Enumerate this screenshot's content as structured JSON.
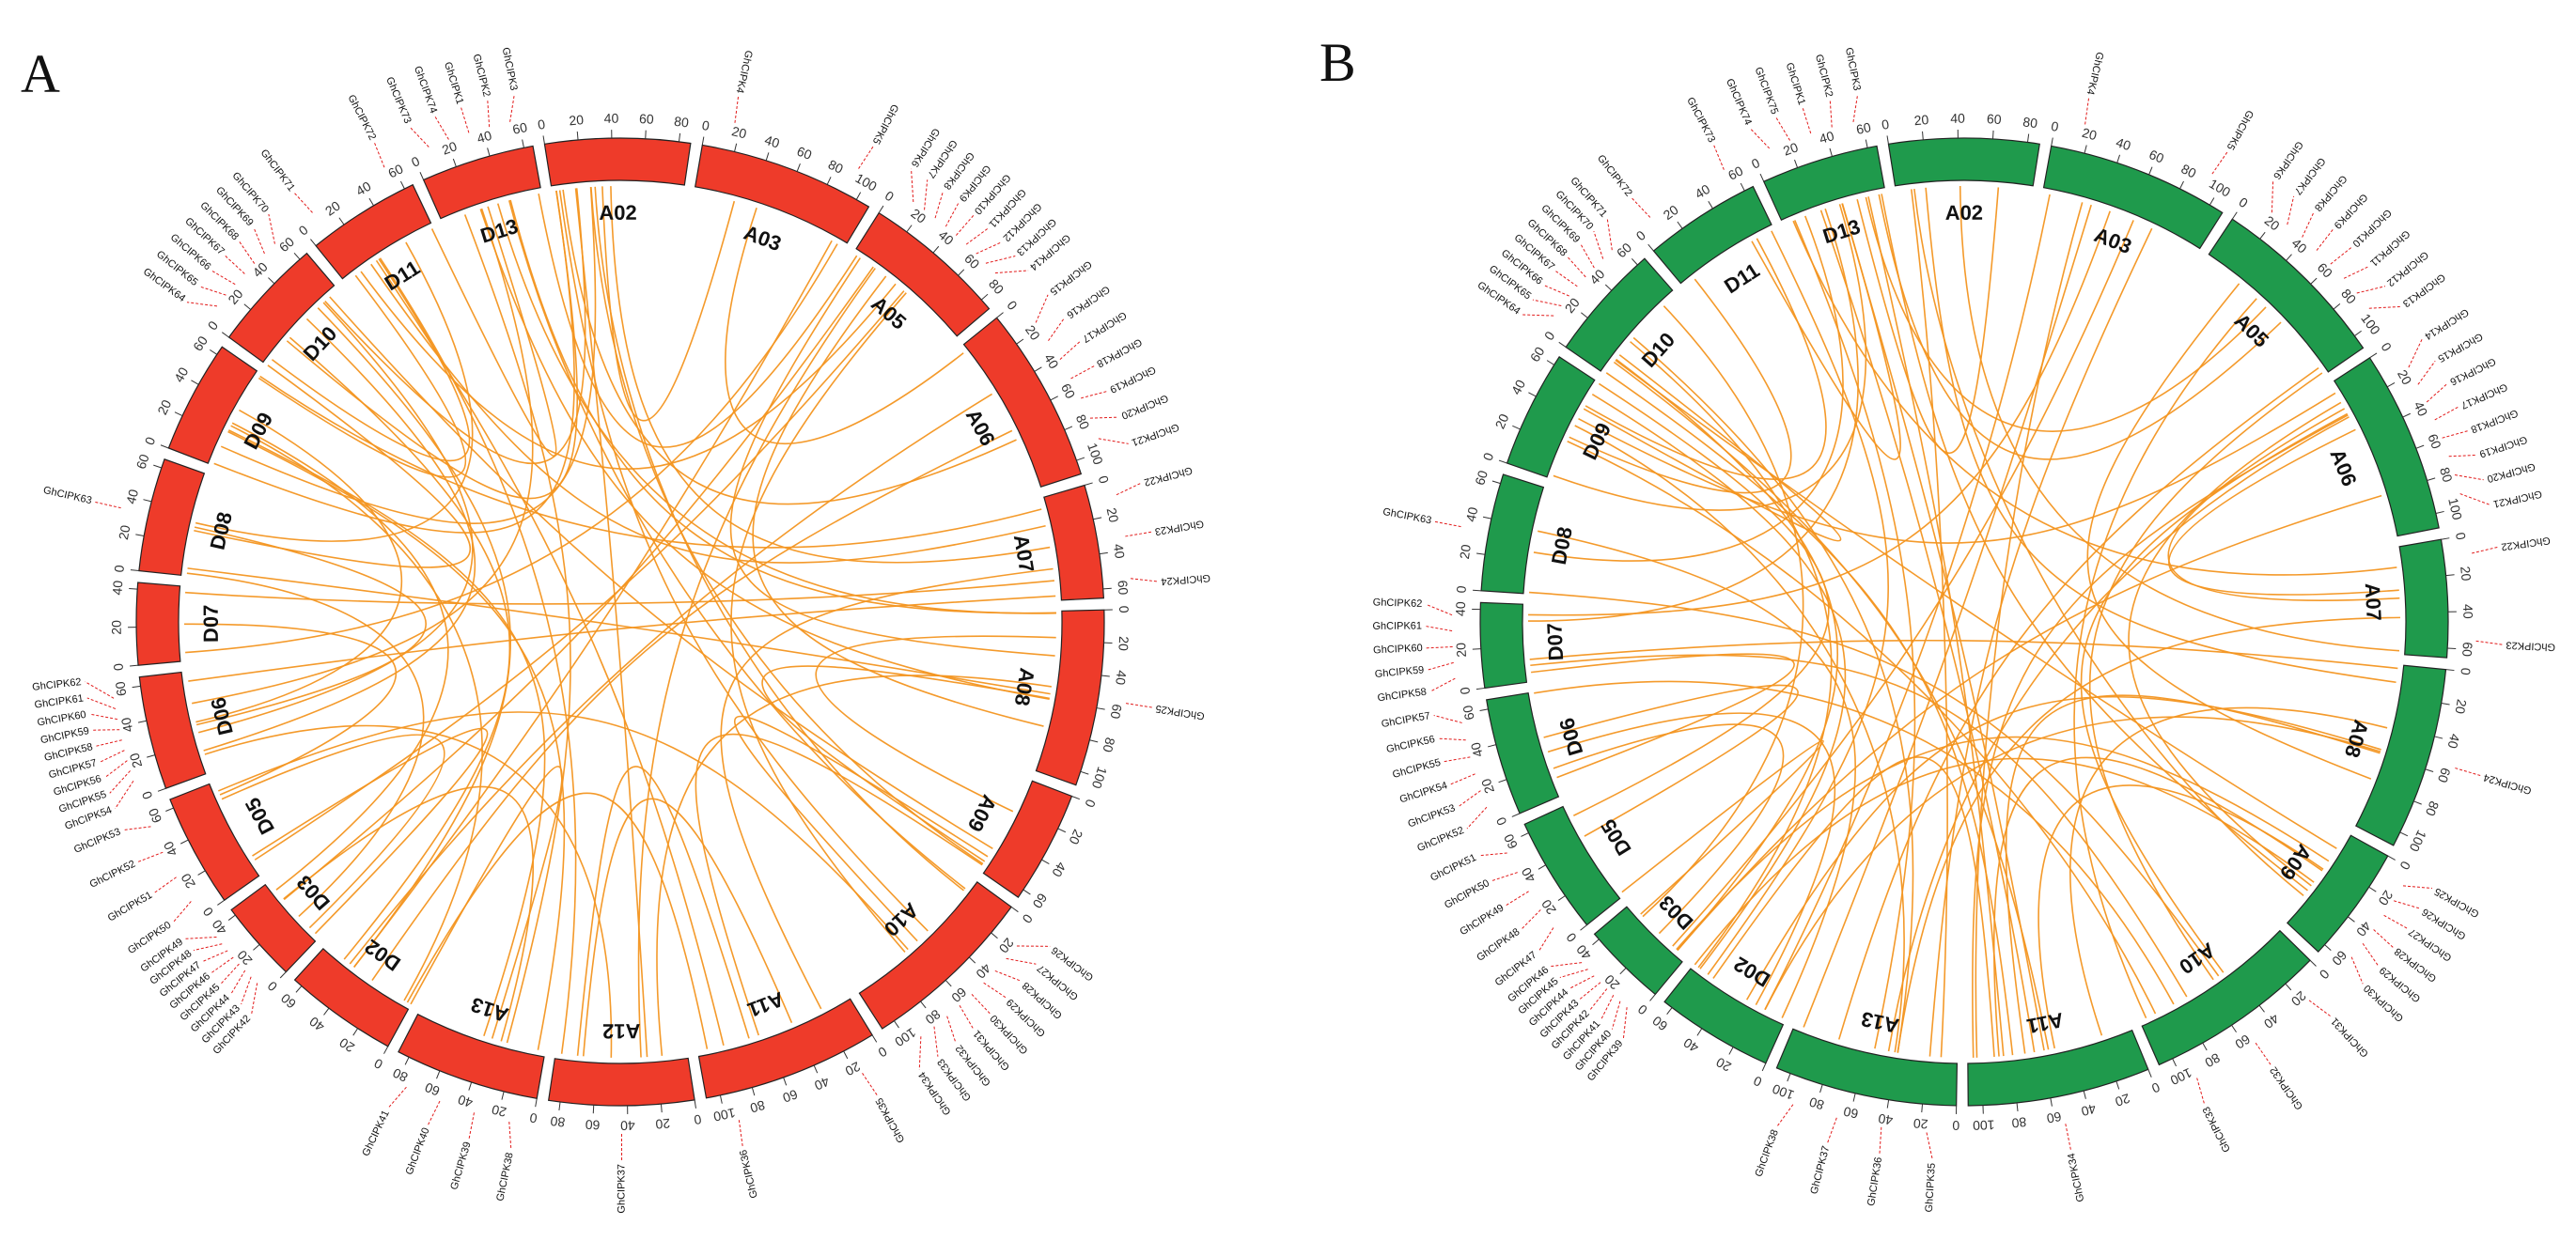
{
  "panel_a": {
    "letter": "A",
    "block_color": "#ee3b2a",
    "link_color": "#f39520",
    "chromosomes": [
      {
        "name": "A02",
        "labels": [
          "0",
          "20",
          "40",
          "60",
          "80"
        ],
        "genes": []
      },
      {
        "name": "A03",
        "labels": [
          "0",
          "20",
          "40",
          "60",
          "80",
          "100"
        ],
        "genes": [
          "GhCIPK4",
          "GhCIPK5"
        ]
      },
      {
        "name": "A05",
        "labels": [
          "0",
          "20",
          "40",
          "60",
          "80"
        ],
        "genes": [
          "GhCIPK6",
          "GhCIPK7",
          "GhCIPK8",
          "GhCIPK9",
          "GhCIPK10",
          "GhCIPK11",
          "GhCIPK12",
          "GhCIPK13",
          "GhCIPK14"
        ]
      },
      {
        "name": "A06",
        "labels": [
          "0",
          "20",
          "40",
          "60",
          "80",
          "100"
        ],
        "genes": [
          "GhCIPK15",
          "GhCIPK16",
          "GhCIPK17",
          "GhCIPK18",
          "GhCIPK19",
          "GhCIPK20",
          "GhCIPK21"
        ]
      },
      {
        "name": "A07",
        "labels": [
          "0",
          "20",
          "40",
          "60"
        ],
        "genes": [
          "GhCIPK22",
          "GhCIPK23",
          "GhCIPK24"
        ]
      },
      {
        "name": "A08",
        "labels": [
          "0",
          "20",
          "40",
          "60",
          "80",
          "100"
        ],
        "genes": [
          "GhCIPK25"
        ]
      },
      {
        "name": "A09",
        "labels": [
          "0",
          "20",
          "40",
          "60"
        ],
        "genes": []
      },
      {
        "name": "A10",
        "labels": [
          "0",
          "20",
          "40",
          "60",
          "80",
          "100"
        ],
        "genes": [
          "GhCIPK26",
          "GhCIPK27",
          "GhCIPK28",
          "GhCIPK29",
          "GhCIPK30",
          "GhCIPK31",
          "GhCIPK32",
          "GhCIPK33",
          "GhCIPK34"
        ]
      },
      {
        "name": "A11",
        "labels": [
          "0",
          "20",
          "40",
          "60",
          "80",
          "100"
        ],
        "genes": [
          "GhCIPK35",
          "GhCIPK36"
        ]
      },
      {
        "name": "A12",
        "labels": [
          "0",
          "20",
          "40",
          "60",
          "80"
        ],
        "genes": [
          "GhCIPK37"
        ]
      },
      {
        "name": "A13",
        "labels": [
          "0",
          "20",
          "40",
          "60",
          "80"
        ],
        "genes": [
          "GhCIPK38",
          "GhCIPK39",
          "GhCIPK40",
          "GhCIPK41"
        ]
      },
      {
        "name": "D02",
        "labels": [
          "0",
          "20",
          "40",
          "60"
        ],
        "genes": []
      },
      {
        "name": "D03",
        "labels": [
          "0",
          "20",
          "40"
        ],
        "genes": [
          "GhCIPK42",
          "GhCIPK43",
          "GhCIPK44",
          "GhCIPK45",
          "GhCIPK46",
          "GhCIPK47",
          "GhCIPK48",
          "GhCIPK49"
        ]
      },
      {
        "name": "D05",
        "labels": [
          "0",
          "20",
          "40",
          "60"
        ],
        "genes": [
          "GhCIPK50",
          "GhCIPK51",
          "GhCIPK52",
          "GhCIPK53"
        ]
      },
      {
        "name": "D06",
        "labels": [
          "0",
          "20",
          "40",
          "60"
        ],
        "genes": [
          "GhCIPK54",
          "GhCIPK55",
          "GhCIPK56",
          "GhCIPK57",
          "GhCIPK58",
          "GhCIPK59",
          "GhCIPK60",
          "GhCIPK61",
          "GhCIPK62"
        ]
      },
      {
        "name": "D07",
        "labels": [
          "0",
          "20",
          "40"
        ],
        "genes": []
      },
      {
        "name": "D08",
        "labels": [
          "0",
          "20",
          "40",
          "60"
        ],
        "genes": [
          "GhCIPK63"
        ]
      },
      {
        "name": "D09",
        "labels": [
          "0",
          "20",
          "40",
          "60"
        ],
        "genes": []
      },
      {
        "name": "D10",
        "labels": [
          "0",
          "20",
          "40",
          "60"
        ],
        "genes": [
          "GhCIPK64",
          "GhCIPK65",
          "GhCIPK66",
          "GhCIPK67",
          "GhCIPK68",
          "GhCIPK69",
          "GhCIPK70"
        ]
      },
      {
        "name": "D11",
        "labels": [
          "0",
          "20",
          "40",
          "60"
        ],
        "genes": [
          "GhCIPK71",
          "GhCIPK72"
        ]
      },
      {
        "name": "D13",
        "labels": [
          "0",
          "20",
          "40",
          "60"
        ],
        "genes": [
          "GhCIPK73",
          "GhCIPK74",
          "GhCIPK1",
          "GhCIPK2",
          "GhCIPK3"
        ]
      }
    ]
  },
  "panel_b": {
    "letter": "B",
    "block_color": "#1f9a4c",
    "link_color": "#f39520",
    "chromosomes": [
      {
        "name": "A02",
        "labels": [
          "0",
          "20",
          "40",
          "60",
          "80"
        ],
        "genes": []
      },
      {
        "name": "A03",
        "labels": [
          "0",
          "20",
          "40",
          "60",
          "80",
          "100"
        ],
        "genes": [
          "GhCIPK4",
          "GhCIPK5"
        ]
      },
      {
        "name": "A05",
        "labels": [
          "0",
          "20",
          "40",
          "60",
          "80",
          "100"
        ],
        "genes": [
          "GhCIPK6",
          "GhCIPK7",
          "GhCIPK8",
          "GhCIPK9",
          "GhCIPK10",
          "GhCIPK11",
          "GhCIPK12",
          "GhCIPK13"
        ]
      },
      {
        "name": "A06",
        "labels": [
          "0",
          "20",
          "40",
          "60",
          "80",
          "100"
        ],
        "genes": [
          "GhCIPK14",
          "GhCIPK15",
          "GhCIPK16",
          "GhCIPK17",
          "GhCIPK18",
          "GhCIPK19",
          "GhCIPK20",
          "GhCIPK21"
        ]
      },
      {
        "name": "A07",
        "labels": [
          "0",
          "20",
          "40",
          "60"
        ],
        "genes": [
          "GhCIPK22",
          "GhCIPK23"
        ]
      },
      {
        "name": "A08",
        "labels": [
          "0",
          "20",
          "40",
          "60",
          "80",
          "100"
        ],
        "genes": [
          "GhCIPK24"
        ]
      },
      {
        "name": "A09",
        "labels": [
          "0",
          "20",
          "40",
          "60"
        ],
        "genes": [
          "GhCIPK25",
          "GhCIPK26",
          "GhCIPK27",
          "GhCIPK28",
          "GhCIPK29",
          "GhCIPK30"
        ]
      },
      {
        "name": "A10",
        "labels": [
          "0",
          "20",
          "40",
          "60",
          "80",
          "100"
        ],
        "genes": [
          "GhCIPK31",
          "GhCIPK32",
          "GhCIPK33"
        ]
      },
      {
        "name": "A11",
        "labels": [
          "0",
          "20",
          "40",
          "60",
          "80",
          "100"
        ],
        "genes": [
          "GhCIPK34"
        ]
      },
      {
        "name": "A13",
        "labels": [
          "0",
          "20",
          "40",
          "60",
          "80",
          "100"
        ],
        "genes": [
          "GhCIPK35",
          "GhCIPK36",
          "GhCIPK37",
          "GhCIPK38"
        ]
      },
      {
        "name": "D02",
        "labels": [
          "0",
          "20",
          "40",
          "60"
        ],
        "genes": []
      },
      {
        "name": "D03",
        "labels": [
          "0",
          "20",
          "40"
        ],
        "genes": [
          "GhCIPK39",
          "GhCIPK40",
          "GhCIPK41",
          "GhCIPK42",
          "GhCIPK43",
          "GhCIPK44",
          "GhCIPK45",
          "GhCIPK46"
        ]
      },
      {
        "name": "D05",
        "labels": [
          "0",
          "20",
          "40",
          "60"
        ],
        "genes": [
          "GhCIPK47",
          "GhCIPK48",
          "GhCIPK49",
          "GhCIPK50",
          "GhCIPK51"
        ]
      },
      {
        "name": "D06",
        "labels": [
          "0",
          "20",
          "40",
          "60"
        ],
        "genes": [
          "GhCIPK52",
          "GhCIPK53",
          "GhCIPK54",
          "GhCIPK55",
          "GhCIPK56",
          "GhCIPK57"
        ]
      },
      {
        "name": "D07",
        "labels": [
          "0",
          "20",
          "40"
        ],
        "genes": [
          "GhCIPK58",
          "GhCIPK59",
          "GhCIPK60",
          "GhCIPK61",
          "GhCIPK62"
        ]
      },
      {
        "name": "D08",
        "labels": [
          "0",
          "20",
          "40",
          "60"
        ],
        "genes": [
          "GhCIPK63"
        ]
      },
      {
        "name": "D09",
        "labels": [
          "0",
          "20",
          "40",
          "60"
        ],
        "genes": []
      },
      {
        "name": "D10",
        "labels": [
          "0",
          "20",
          "40",
          "60"
        ],
        "genes": [
          "GhCIPK64",
          "GhCIPK65",
          "GhCIPK66",
          "GhCIPK67",
          "GhCIPK68",
          "GhCIPK69",
          "GhCIPK70",
          "GhCIPK71"
        ]
      },
      {
        "name": "D11",
        "labels": [
          "0",
          "20",
          "40",
          "60"
        ],
        "genes": [
          "GhCIPK72",
          "GhCIPK73"
        ]
      },
      {
        "name": "D13",
        "labels": [
          "0",
          "20",
          "40",
          "60"
        ],
        "genes": [
          "GhCIPK74",
          "GhCIPK75",
          "GhCIPK1",
          "GhCIPK2",
          "GhCIPK3"
        ]
      }
    ]
  }
}
